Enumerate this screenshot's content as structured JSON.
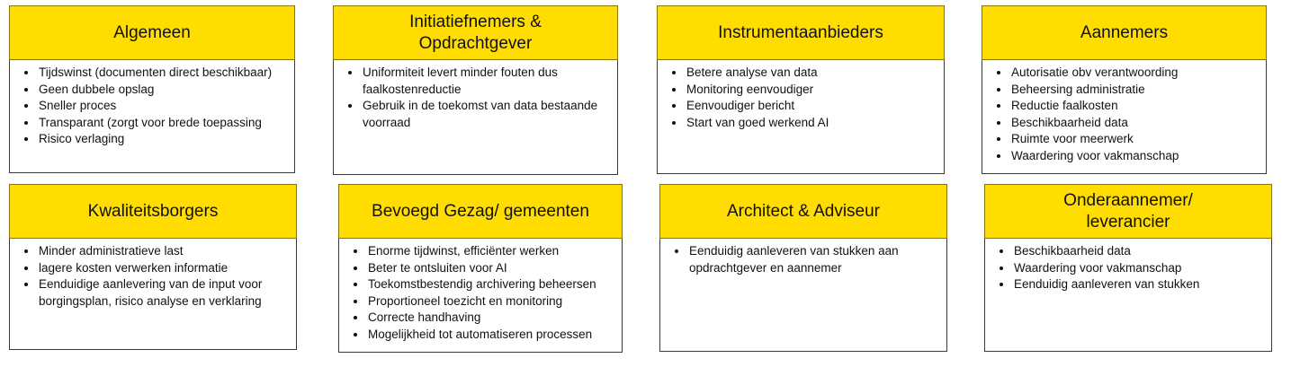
{
  "colors": {
    "header_fill": "#ffdd00",
    "header_border": "#8a7400",
    "box_border": "#3a3a3a"
  },
  "cards": [
    {
      "title_lines": [
        "Algemeen"
      ],
      "items": [
        "Tijdswinst (documenten direct beschikbaar)",
        "Geen dubbele opslag",
        "Sneller proces",
        "Transparant (zorgt voor brede toepassing",
        "Risico verlaging"
      ]
    },
    {
      "title_lines": [
        "Initiatiefnemers &",
        "Opdrachtgever"
      ],
      "items": [
        "Uniformiteit levert minder fouten dus faalkostenreductie",
        "Gebruik in de toekomst van data bestaande voorraad"
      ]
    },
    {
      "title_lines": [
        "Instrumentaanbieders"
      ],
      "items": [
        "Betere analyse van data",
        "Monitoring eenvoudiger",
        "Eenvoudiger bericht",
        "Start van goed werkend AI"
      ]
    },
    {
      "title_lines": [
        "Aannemers"
      ],
      "items": [
        "Autorisatie obv verantwoording",
        "Beheersing administratie",
        "Reductie faalkosten",
        "Beschikbaarheid data",
        "Ruimte voor meerwerk",
        "Waardering voor vakmanschap"
      ]
    },
    {
      "title_lines": [
        "Kwaliteitsborgers"
      ],
      "items": [
        "Minder administratieve last",
        "lagere kosten verwerken informatie",
        "Eenduidige aanlevering van de input voor borgingsplan, risico analyse en verklaring"
      ]
    },
    {
      "title_lines": [
        "Bevoegd Gezag/ gemeenten"
      ],
      "items": [
        "Enorme tijdwinst, efficiënter werken",
        "Beter te ontsluiten voor AI",
        "Toekomstbestendig archivering beheersen",
        "Proportioneel toezicht en monitoring",
        "Correcte handhaving",
        "Mogelijkheid tot automatiseren processen"
      ]
    },
    {
      "title_lines": [
        "Architect & Adviseur"
      ],
      "items": [
        "Eenduidig aanleveren van stukken aan opdrachtgever en aannemer"
      ]
    },
    {
      "title_lines": [
        "Onderaannemer/",
        "leverancier"
      ],
      "items": [
        "Beschikbaarheid data",
        "Waardering voor vakmanschap",
        "Eenduidig aanleveren van stukken"
      ]
    }
  ]
}
